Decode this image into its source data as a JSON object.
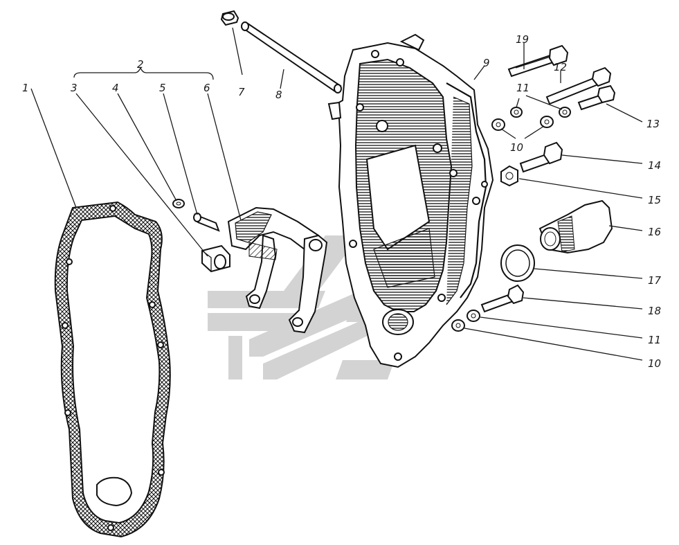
{
  "callouts": [
    {
      "id": "1",
      "text": "1"
    },
    {
      "id": "2",
      "text": "2"
    },
    {
      "id": "3",
      "text": "3"
    },
    {
      "id": "4",
      "text": "4"
    },
    {
      "id": "5",
      "text": "5"
    },
    {
      "id": "6",
      "text": "6"
    },
    {
      "id": "7",
      "text": "7"
    },
    {
      "id": "8",
      "text": "8"
    },
    {
      "id": "9",
      "text": "9"
    },
    {
      "id": "19",
      "text": "19"
    },
    {
      "id": "12",
      "text": "12"
    },
    {
      "id": "11a",
      "text": "11"
    },
    {
      "id": "13",
      "text": "13"
    },
    {
      "id": "10a",
      "text": "10"
    },
    {
      "id": "14",
      "text": "14"
    },
    {
      "id": "15",
      "text": "15"
    },
    {
      "id": "16",
      "text": "16"
    },
    {
      "id": "17",
      "text": "17"
    },
    {
      "id": "18",
      "text": "18"
    },
    {
      "id": "11b",
      "text": "11"
    },
    {
      "id": "10b",
      "text": "10"
    }
  ],
  "colors": {
    "ink": "#111111",
    "watermark": "#d3d3d3",
    "paper": "#ffffff"
  }
}
